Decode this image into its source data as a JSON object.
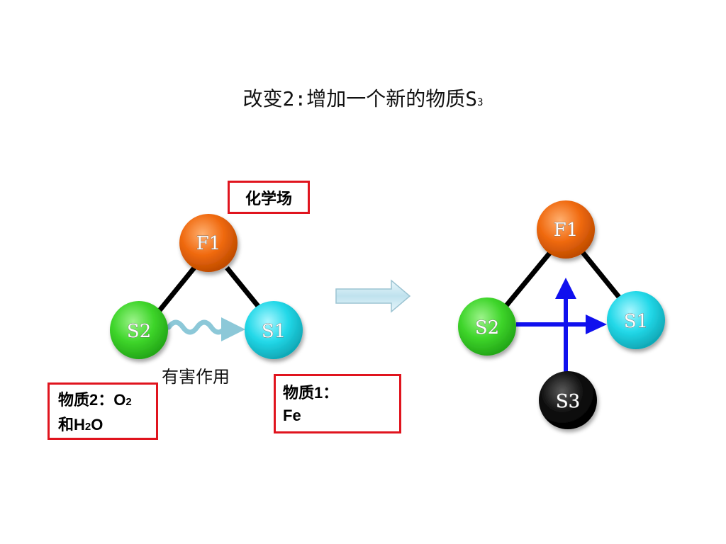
{
  "title": {
    "main": "改变2:增加一个新的物质S",
    "sub": "3"
  },
  "left_diagram": {
    "nodes": {
      "f1": "F1",
      "s2": "S2",
      "s1": "S1"
    },
    "field_box": "化学场",
    "interaction_label": "有害作用",
    "substance2_box": {
      "line1": "物质2：",
      "o": "O",
      "o_sub": "2",
      "line2_a": "和H",
      "line2_sub": "2",
      "line2_b": "O"
    },
    "substance1_box": {
      "line1": "物质1：",
      "line2": "Fe"
    }
  },
  "right_diagram": {
    "nodes": {
      "f1": "F1",
      "s2": "S2",
      "s1": "S1",
      "s3": "S3"
    }
  },
  "colors": {
    "f1": "#f06a10",
    "s2": "#3ed52a",
    "s1": "#22d8e8",
    "s3": "#111111",
    "harm_arrow": "#8cc8d8",
    "blue_arrow": "#1010ee",
    "box_border": "#e0141e"
  }
}
